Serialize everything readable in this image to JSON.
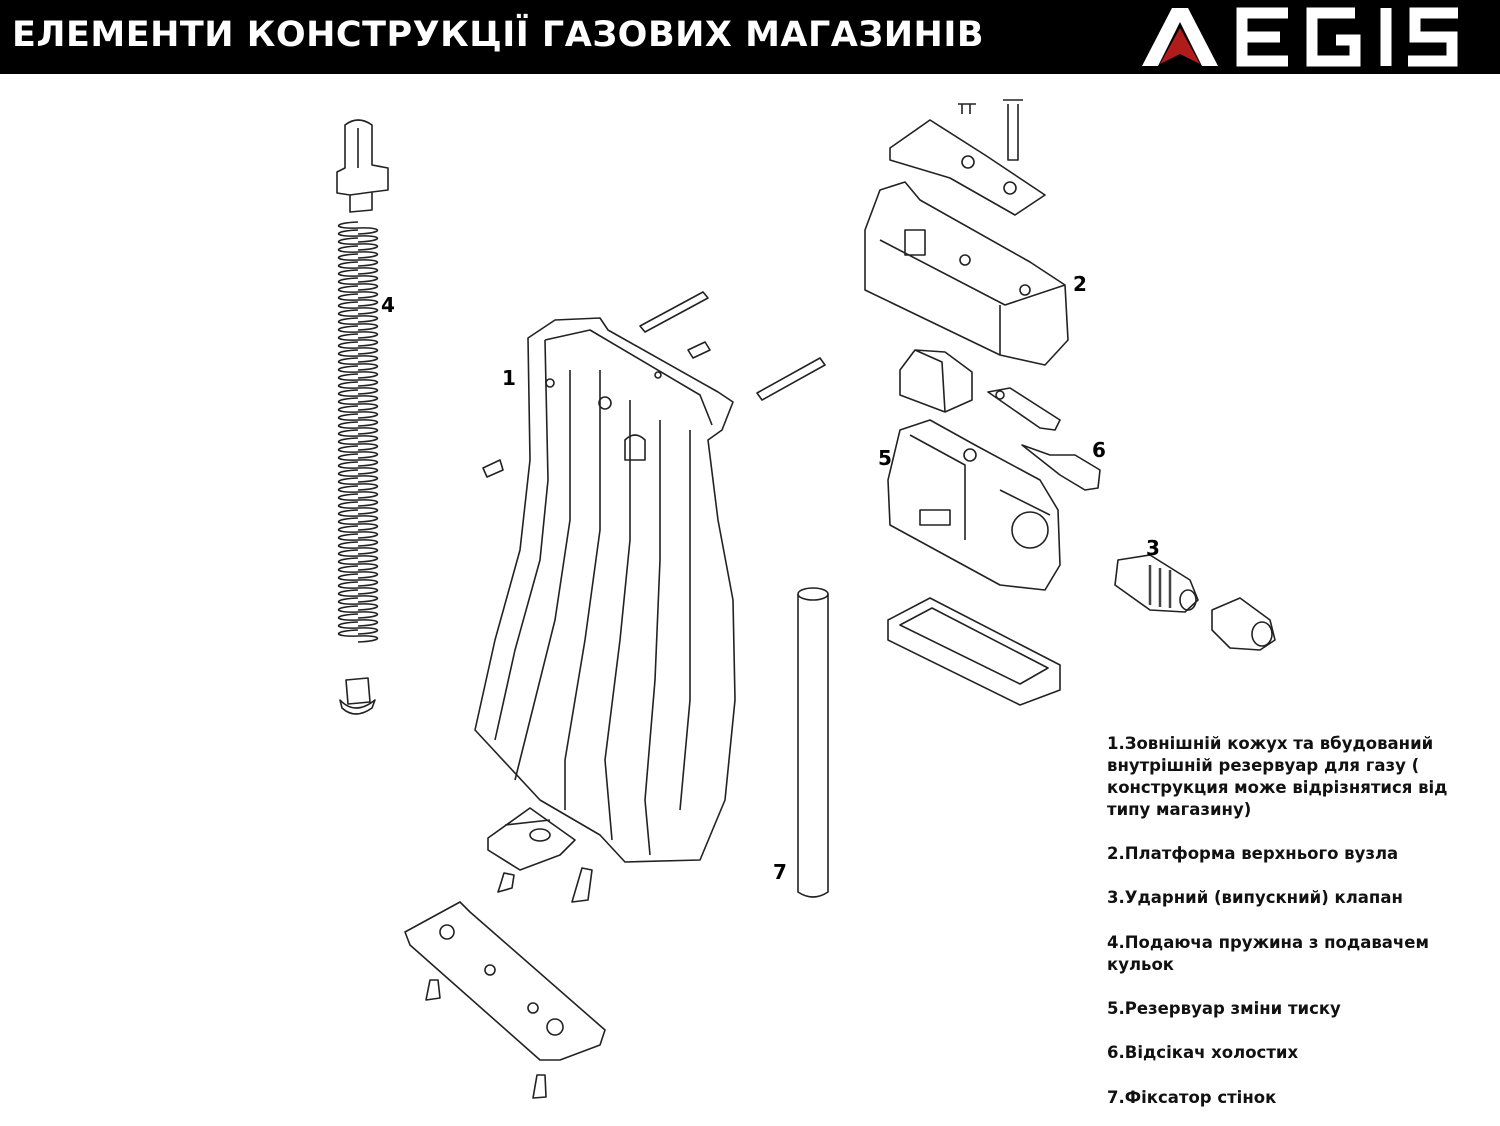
{
  "header": {
    "title": "ЕЛЕМЕНТИ КОНСТРУКЦІЇ ГАЗОВИХ МАГАЗИНІВ",
    "logo_text": "AEGIS",
    "brand_colors": {
      "background": "#000000",
      "text": "#ffffff",
      "accent": "#b01c1c"
    }
  },
  "part_numbers": [
    "1",
    "2",
    "3",
    "4",
    "5",
    "6",
    "7"
  ],
  "legend": [
    "1.Зовнішній кожух та вбудований\nвнутрішній резервуар для газу (\nконструкция може відрізнятися від\nтипу магазину)",
    "2.Платформа верхнього вузла",
    "3.Ударний (випускний) клапан",
    "4.Подаюча пружина з подавачем\nкульок",
    "5.Резервуар зміни тиску",
    "6.Відсікач холостих",
    "7.Фіксатор стінок"
  ]
}
